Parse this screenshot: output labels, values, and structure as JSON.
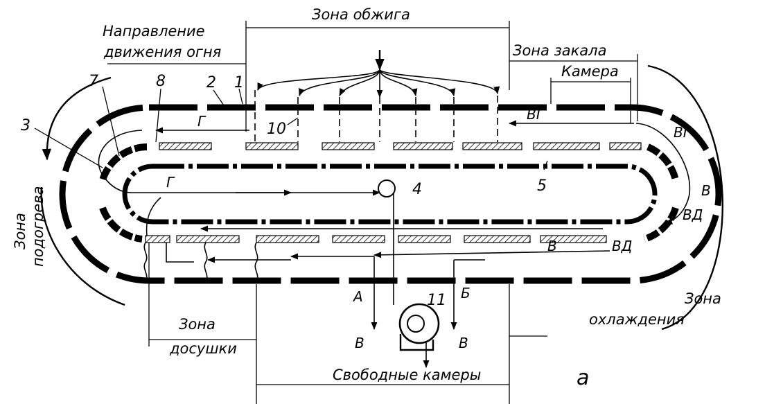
{
  "labels": {
    "burning_zone": "Зона обжига",
    "fire_direction_1": "Направление",
    "fire_direction_2": "движения огня",
    "hardening_zone": "Зона закала",
    "chambers": "Камера",
    "preheat_zone_1": "Зона",
    "preheat_zone_2": "подогрева",
    "cooling_zone_1": "Зона",
    "cooling_zone_2": "охлаждения",
    "drying_zone_1": "Зона",
    "drying_zone_2": "досушки",
    "free_chambers": "Свободные камеры",
    "figure_letter": "а"
  },
  "numbers": {
    "n1": "1",
    "n2": "2",
    "n3": "3",
    "n4": "4",
    "n5": "5",
    "n7": "7",
    "n8": "8",
    "n10": "10",
    "n11": "11"
  },
  "letters": {
    "g_top": "Г",
    "g_mid": "Г",
    "vg_top": "ВГ",
    "vg_right": "ВГ",
    "v_right": "В",
    "v_inner": "В",
    "vd_right": "ВД",
    "vd_inner": "ВД",
    "a": "А",
    "b": "Б",
    "v_bottom_left": "В",
    "v_bottom_right": "В"
  }
}
